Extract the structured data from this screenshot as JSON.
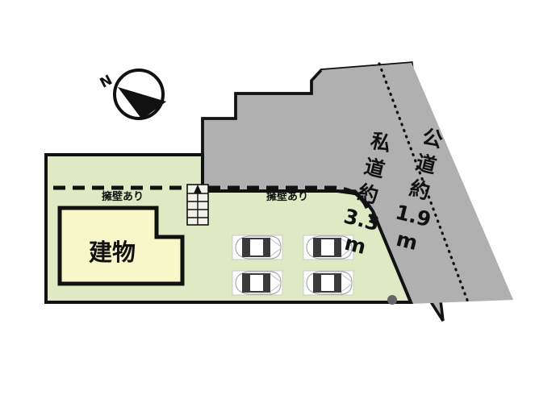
{
  "figure": {
    "kind": "site-plan",
    "title_visible": false
  },
  "colors": {
    "background": "#ffffff",
    "land": "#dfeac4",
    "building": "#f7f7c9",
    "road": "#b0b0b0",
    "outline": "#111111",
    "car_body": "#fdfdfd",
    "car_detail": "#3a3a3a",
    "marker_dot": "#666666"
  },
  "labels": {
    "building": "建物",
    "retaining_wall_left": "擁壁あり",
    "retaining_wall_right": "擁壁あり",
    "private_road": "私道約3.3m",
    "public_road": "公道約1.9m",
    "private_road_chars": [
      "私",
      "道",
      "約",
      "3.3",
      "m"
    ],
    "public_road_chars": [
      "公",
      "道",
      "約",
      "1.9",
      "m"
    ]
  },
  "measurements": {
    "private_road_width_m": "3.3",
    "public_road_width_m": "1.9",
    "private_road_unit": "m",
    "public_road_unit": "m"
  },
  "compass": {
    "name": "north-arrow",
    "letter": "N"
  },
  "parking": {
    "count": 4,
    "layout": "2x2",
    "car_orientation": "facing-left"
  },
  "features": {
    "stairs": "stairs-with-up-arrow",
    "boundary_marker": "survey-point-dot"
  }
}
